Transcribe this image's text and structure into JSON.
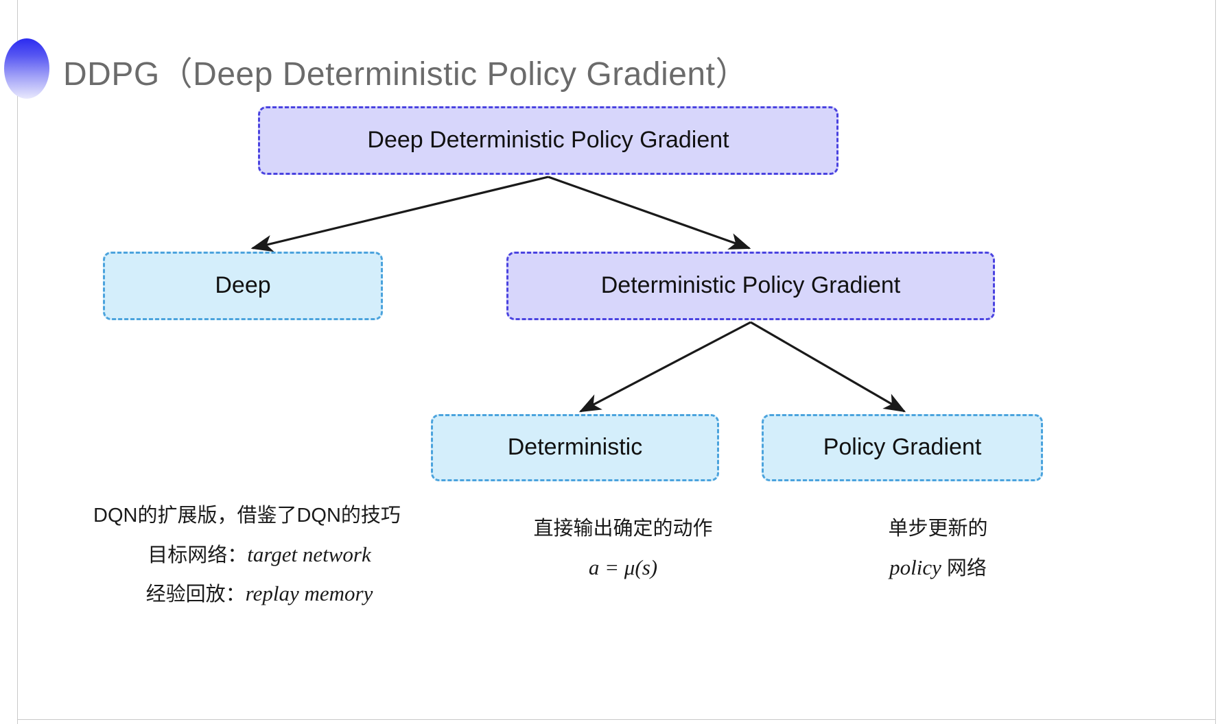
{
  "slide": {
    "title": "DDPG（Deep Deterministic Policy Gradient）",
    "decoration": "gradient-half-circle",
    "background_color": "#ffffff",
    "title_color": "#6b6b6b"
  },
  "colors": {
    "purple_fill": "#d7d6fb",
    "purple_border": "#4a43e0",
    "blue_fill": "#d4eefb",
    "blue_border": "#4ba3dd",
    "arrow": "#1a1a1a"
  },
  "diagram": {
    "type": "tree",
    "nodes": [
      {
        "id": "root",
        "label": "Deep Deterministic Policy Gradient",
        "style": "purple",
        "level": 0
      },
      {
        "id": "deep",
        "label": "Deep",
        "style": "blue",
        "level": 1
      },
      {
        "id": "dpg",
        "label": "Deterministic Policy Gradient",
        "style": "purple",
        "level": 1
      },
      {
        "id": "det",
        "label": "Deterministic",
        "style": "blue",
        "level": 2
      },
      {
        "id": "pg",
        "label": "Policy Gradient",
        "style": "blue",
        "level": 2
      }
    ],
    "edges": [
      {
        "from": "root",
        "to": "deep"
      },
      {
        "from": "root",
        "to": "dpg"
      },
      {
        "from": "dpg",
        "to": "det"
      },
      {
        "from": "dpg",
        "to": "pg"
      }
    ]
  },
  "notes": {
    "deep": {
      "line1": "DQN的扩展版，借鉴了DQN的技巧",
      "line2_label": "目标网络：",
      "line2_term": "target network",
      "line3_label": "经验回放：",
      "line3_term": "replay memory"
    },
    "deterministic": {
      "line1": "直接输出确定的动作",
      "formula": "a = μ(s)"
    },
    "policy_gradient": {
      "line1": "单步更新的",
      "line2_term": "policy",
      "line2_suffix": " 网络"
    }
  }
}
